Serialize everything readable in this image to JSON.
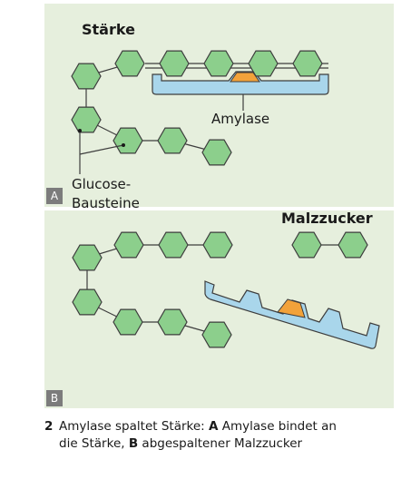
{
  "panel_a": {
    "tag": "A",
    "title": "Stärke",
    "enzyme_label": "Amylase",
    "unit_label_line1": "Glucose-",
    "unit_label_line2": "Bausteine"
  },
  "panel_b": {
    "tag": "B",
    "product_label": "Malzzucker"
  },
  "caption": {
    "number": "2",
    "part1": "Amylase spaltet Stärke: ",
    "marker_a": "A",
    "part2": " Amylase bindet an",
    "part3": "die Stärke, ",
    "marker_b": "B",
    "part4": " abgespaltener Malzzucker"
  },
  "colors": {
    "panel_background": "#e6efdd",
    "glucose_fill": "#8ccf8c",
    "glucose_stroke": "#3d3d3d",
    "enzyme_fill": "#a9d6eb",
    "active_site_fill": "#f2a23a",
    "tag_background": "#7c7c7c"
  }
}
